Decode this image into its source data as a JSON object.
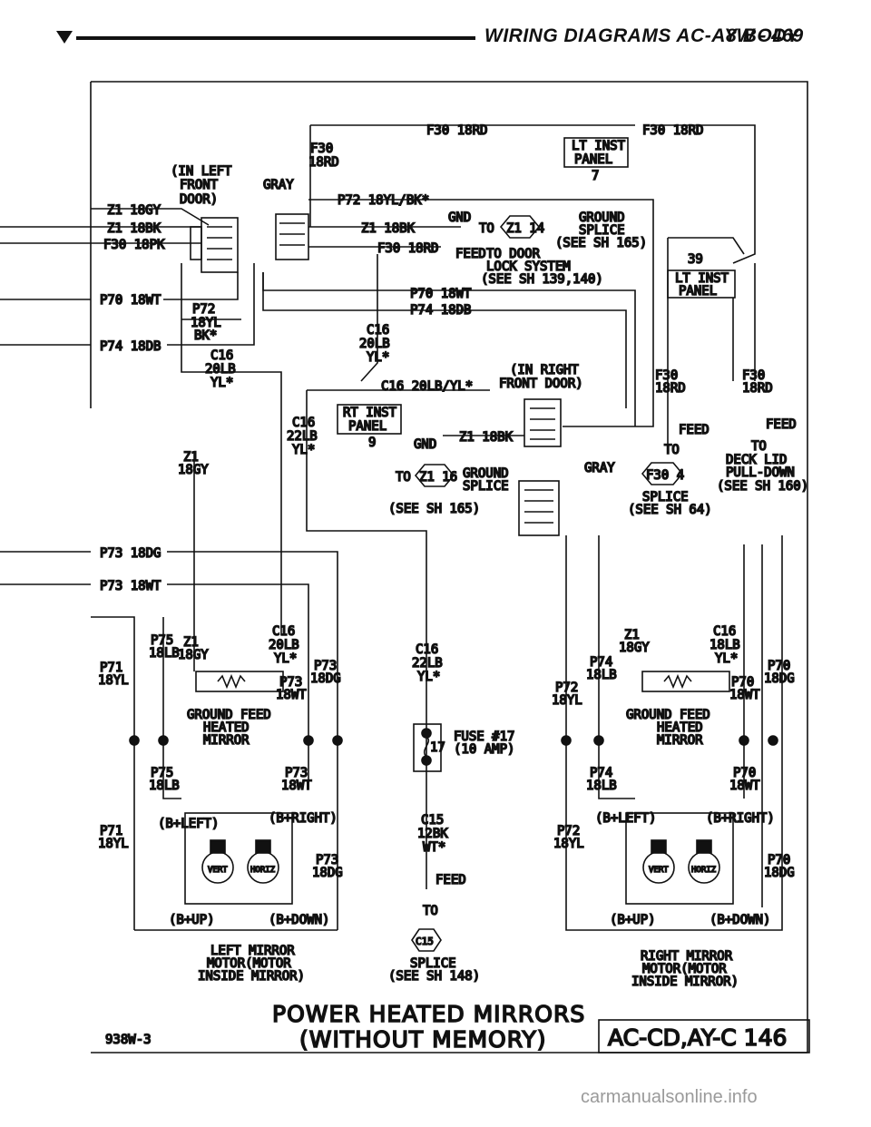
{
  "header": {
    "title": "WIRING DIAGRAMS AC-AY BODY",
    "page": "8W - 469"
  },
  "labels": {
    "f30_18rd": "F30 18RD",
    "f30": "F30",
    "rd18": "18RD",
    "lt_inst_panel_1": "LT INST",
    "lt_inst_panel_2": "PANEL",
    "lt_panel_7": "7",
    "lt_panel_39": "39",
    "in_left_front_door_1": "(IN LEFT",
    "in_left_front_door_2": "FRONT",
    "in_left_front_door_3": "DOOR)",
    "gray": "GRAY",
    "z1_18gy": "Z1 18GY",
    "z1_18bk": "Z1 18BK",
    "f30_18pk": "F30 18PK",
    "p70_18wt": "P70 18WT",
    "p74_18db": "P74 18DB",
    "p72": "P72",
    "yl18": "18YL",
    "bkstar": "BK*",
    "c16": "C16",
    "lb20": "20LB",
    "ylstar": "YL*",
    "p72_18ylbk": "P72 18YL/BK*",
    "gnd": "GND",
    "to": "TO",
    "z1_14": "Z1 14",
    "z1_16": "Z1 16",
    "ground": "GROUND",
    "splice": "SPLICE",
    "see_sh_165": "(SEE SH 165)",
    "feed": "FEED",
    "to_door": "TO DOOR",
    "lock_system": "LOCK SYSTEM",
    "see_sh_139": "(SEE SH 139,140)",
    "p70_18wt_r": "P70 18WT",
    "p74_18db_r": "P74 18DB",
    "c16_2": "C16 20LB/YL*",
    "in_right_1": "(IN RIGHT",
    "in_right_2": "FRONT DOOR)",
    "rt_inst_1": "RT INST",
    "rt_inst_2": "PANEL",
    "rt_9": "9",
    "lb22": "22LB",
    "z1_18bk_r": "Z1 18BK",
    "z1": "Z1",
    "gy18": "18GY",
    "to_deck_1": "DECK LID",
    "to_deck_2": "PULL-DOWN",
    "to_deck_3": "(SEE SH 160)",
    "f30_4": "F30 4",
    "splice_see_64": "(SEE SH 64)",
    "p73_18dg": "P73 18DG",
    "p73_18wt": "P73 18WT",
    "p75": "P75",
    "lb18": "18LB",
    "p71": "P71",
    "p73": "P73",
    "dg18": "18DG",
    "wt18": "18WT",
    "ground_feed": "GROUND   FEED",
    "heated": "HEATED",
    "mirror": "MIRROR",
    "fuse_17": "FUSE #17",
    "amp_10": "(10 AMP)",
    "fuse_num": "17",
    "b_left": "(B+LEFT)",
    "b_right": "(B+RIGHT)",
    "b_up": "(B+UP)",
    "b_down": "(B+DOWN)",
    "vert": "VERT",
    "horiz": "HORIZ",
    "c15": "C15",
    "bk12": "12BK",
    "wtstar": "WT*",
    "c15_splice": "C15",
    "see_sh_148": "(SEE SH 148)",
    "left_mirror_1": "LEFT MIRROR",
    "left_mirror_2": "MOTOR(MOTOR",
    "left_mirror_3": "INSIDE MIRROR)",
    "right_mirror_1": "RIGHT MIRROR",
    "right_mirror_2": "MOTOR(MOTOR",
    "right_mirror_3": "INSIDE MIRROR)",
    "p74": "P74",
    "p70": "P70",
    "lbstar": "18LB",
    "c16_18lb": "C16"
  },
  "footer": {
    "title_1": "POWER HEATED MIRRORS",
    "title_2": "(WITHOUT MEMORY)",
    "code": "AC-CD,AY-C 146",
    "figure": "938W-3"
  },
  "watermark": "carmanualsonline.info"
}
